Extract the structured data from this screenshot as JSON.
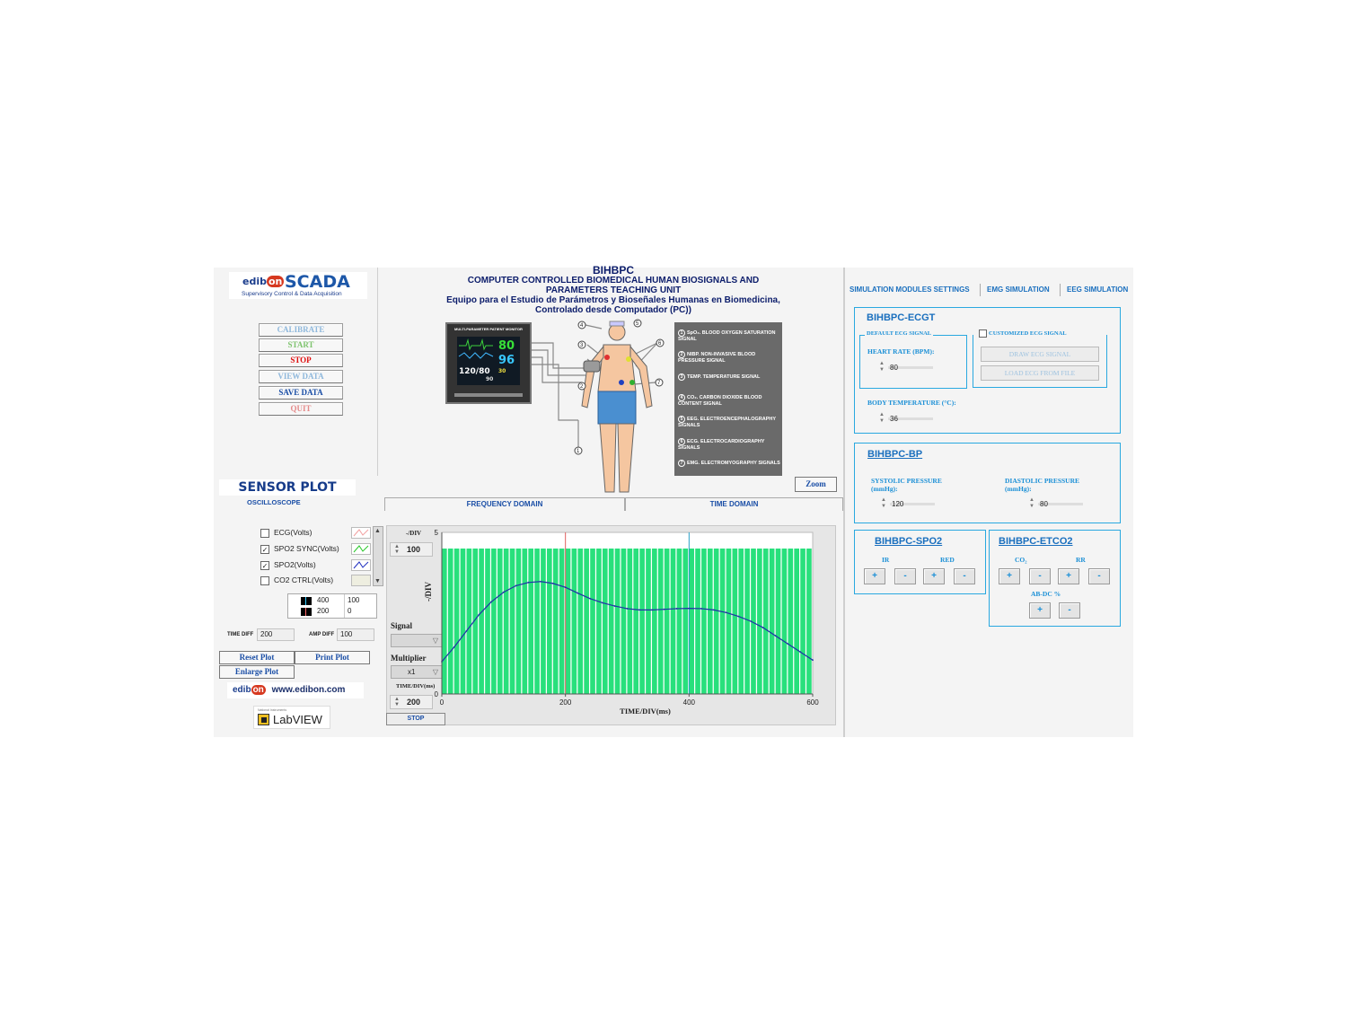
{
  "logo": {
    "edibon": "edib",
    "on": "on",
    "scada": "SCADA",
    "tagline": "Supervisory Control & Data Acquisition"
  },
  "controls": [
    {
      "label": "CALIBRATE",
      "color": "#8fb8dc"
    },
    {
      "label": "START",
      "color": "#7fc46f"
    },
    {
      "label": "STOP",
      "color": "#e01010"
    },
    {
      "label": "VIEW DATA",
      "color": "#8fb8dc"
    },
    {
      "label": "SAVE DATA",
      "color": "#1a4ea6"
    },
    {
      "label": "QUIT",
      "color": "#e58a8a"
    }
  ],
  "header": {
    "title": "BIHBPC",
    "line1": "COMPUTER CONTROLLED BIOMEDICAL HUMAN BIOSIGNALS AND",
    "line2": "PARAMETERS TEACHING UNIT",
    "line3": "Equipo para el Estudio de Parámetros y Bioseñales Humanas en Biomedicina,",
    "line4": "Controlado desde Computador (PC))"
  },
  "monitor": {
    "label": "MULTI-PARAMETER PATIENT MONITOR",
    "hr": "80",
    "spo2": "96",
    "bp": "120/80",
    "small1": "90",
    "small2": "30"
  },
  "legend": [
    {
      "num": "1",
      "text": "SpO₂. BLOOD OXYGEN SATURATION SIGNAL"
    },
    {
      "num": "2",
      "text": "NIBP. NON-INVASIVE BLOOD PRESSURE SIGNAL"
    },
    {
      "num": "3",
      "text": "TEMP. TEMPERATURE SIGNAL"
    },
    {
      "num": "4",
      "text": "CO₂. CARBON DIOXIDE BLOOD CONTENT SIGNAL"
    },
    {
      "num": "5",
      "text": "EEG. ELECTROENCEPHALOGRAPHY SIGNALS"
    },
    {
      "num": "6",
      "text": "ECG. ELECTROCARDIOGRAPHY SIGNALS"
    },
    {
      "num": "7",
      "text": "EMG. ELECTROMYOGRAPHY SIGNALS"
    }
  ],
  "zoom": "Zoom",
  "sensor_plot": {
    "title": "SENSOR PLOT",
    "tab": "OSCILLOSCOPE"
  },
  "domain_tabs": {
    "frequency": "FREQUENCY DOMAIN",
    "time": "TIME DOMAIN"
  },
  "signals": [
    {
      "label": "ECG(Volts)",
      "checked": false,
      "color": "#f2a0a0"
    },
    {
      "label": "SPO2 SYNC(Volts)",
      "checked": true,
      "color": "#28c828"
    },
    {
      "label": "SPO2(Volts)",
      "checked": true,
      "color": "#2030c0"
    },
    {
      "label": "CO2 CTRL(Volts)",
      "checked": false,
      "color": "#e0e0d0"
    }
  ],
  "cursor_table": {
    "r1a": "400",
    "r1b": "100",
    "r2a": "200",
    "r2b": "0"
  },
  "time_diff": {
    "label": "TIME DIFF",
    "value": "200"
  },
  "amp_diff": {
    "label": "AMP DIFF",
    "value": "100"
  },
  "plot_buttons": {
    "reset": "Reset Plot",
    "print": "Print Plot",
    "enlarge": "Enlarge Plot"
  },
  "website": {
    "edib": "edib",
    "on": "on",
    "url": "www.edibon.com"
  },
  "labview": {
    "top": "National Instruments",
    "name": "LabVIEW"
  },
  "scope_controls": {
    "div_label": "-/DIV",
    "div_value": "100",
    "signal_label": "Signal",
    "signal_value": "",
    "multiplier_label": "Multiplier",
    "multiplier_value": "x1",
    "timediv_label": "TIME/DIV(ms)",
    "timediv_value": "200",
    "stop": "STOP",
    "yaxis_title": "-/DIV"
  },
  "chart_data": {
    "type": "line",
    "xlabel": "TIME/DIV(ms)",
    "ylabel": "-/DIV",
    "xlim": [
      0,
      600
    ],
    "ylim": [
      0,
      5
    ],
    "xticks": [
      "0",
      "200",
      "400",
      "600"
    ],
    "yticks": [
      "0",
      "5"
    ],
    "cursors_x": [
      200,
      400
    ],
    "cursor_colors": [
      "#e06060",
      "#2aa0c8"
    ],
    "sync_wave": {
      "name": "SPO2 SYNC(Volts)",
      "color": "#28e07c",
      "low": 0,
      "high": 4.5,
      "period_ms": 10
    },
    "series": [
      {
        "name": "SPO2(Volts)",
        "color": "#2030a8",
        "x": [
          0,
          20,
          40,
          60,
          80,
          100,
          120,
          140,
          160,
          180,
          200,
          220,
          240,
          260,
          280,
          300,
          320,
          340,
          360,
          380,
          400,
          420,
          440,
          460,
          480,
          500,
          520,
          540,
          560,
          580,
          600
        ],
        "y": [
          1.0,
          1.45,
          1.95,
          2.45,
          2.85,
          3.15,
          3.35,
          3.45,
          3.48,
          3.42,
          3.3,
          3.12,
          2.95,
          2.82,
          2.72,
          2.64,
          2.6,
          2.6,
          2.62,
          2.64,
          2.65,
          2.64,
          2.6,
          2.52,
          2.4,
          2.25,
          2.05,
          1.8,
          1.55,
          1.3,
          1.05
        ]
      }
    ]
  },
  "right_tabs": [
    "SIMULATION MODULES  SETTINGS",
    "EMG SIMULATION",
    "EEG SIMULATION"
  ],
  "ecgt": {
    "title": "BIHBPC-ECGT",
    "default_label": "DEFAULT ECG SIGNAL",
    "custom_label": "CUSTOMIZED ECG SIGNAL",
    "hr_label": "HEART RATE (BPM):",
    "hr_value": "80",
    "draw": "DRAW ECG SIGNAL",
    "load": "LOAD ECG FROM FILE",
    "temp_label": "BODY TEMPERATURE (°C):",
    "temp_value": "36"
  },
  "bp": {
    "title": "BIHBPC-BP",
    "sys_label1": "SYSTOLIC PRESSURE",
    "sys_label2": "(mmHg):",
    "sys_value": "120",
    "dia_label1": "DIASTOLIC PRESSURE",
    "dia_label2": "(mmHg):",
    "dia_value": "80"
  },
  "spo2": {
    "title": "BIHBPC-SPO2",
    "ir": "IR",
    "red": "RED"
  },
  "etco2": {
    "title": "BIHBPC-ETCO2",
    "co2": "CO₂",
    "rr": "RR",
    "abdc": "AB-DC %"
  },
  "plus": "+",
  "minus": "-"
}
